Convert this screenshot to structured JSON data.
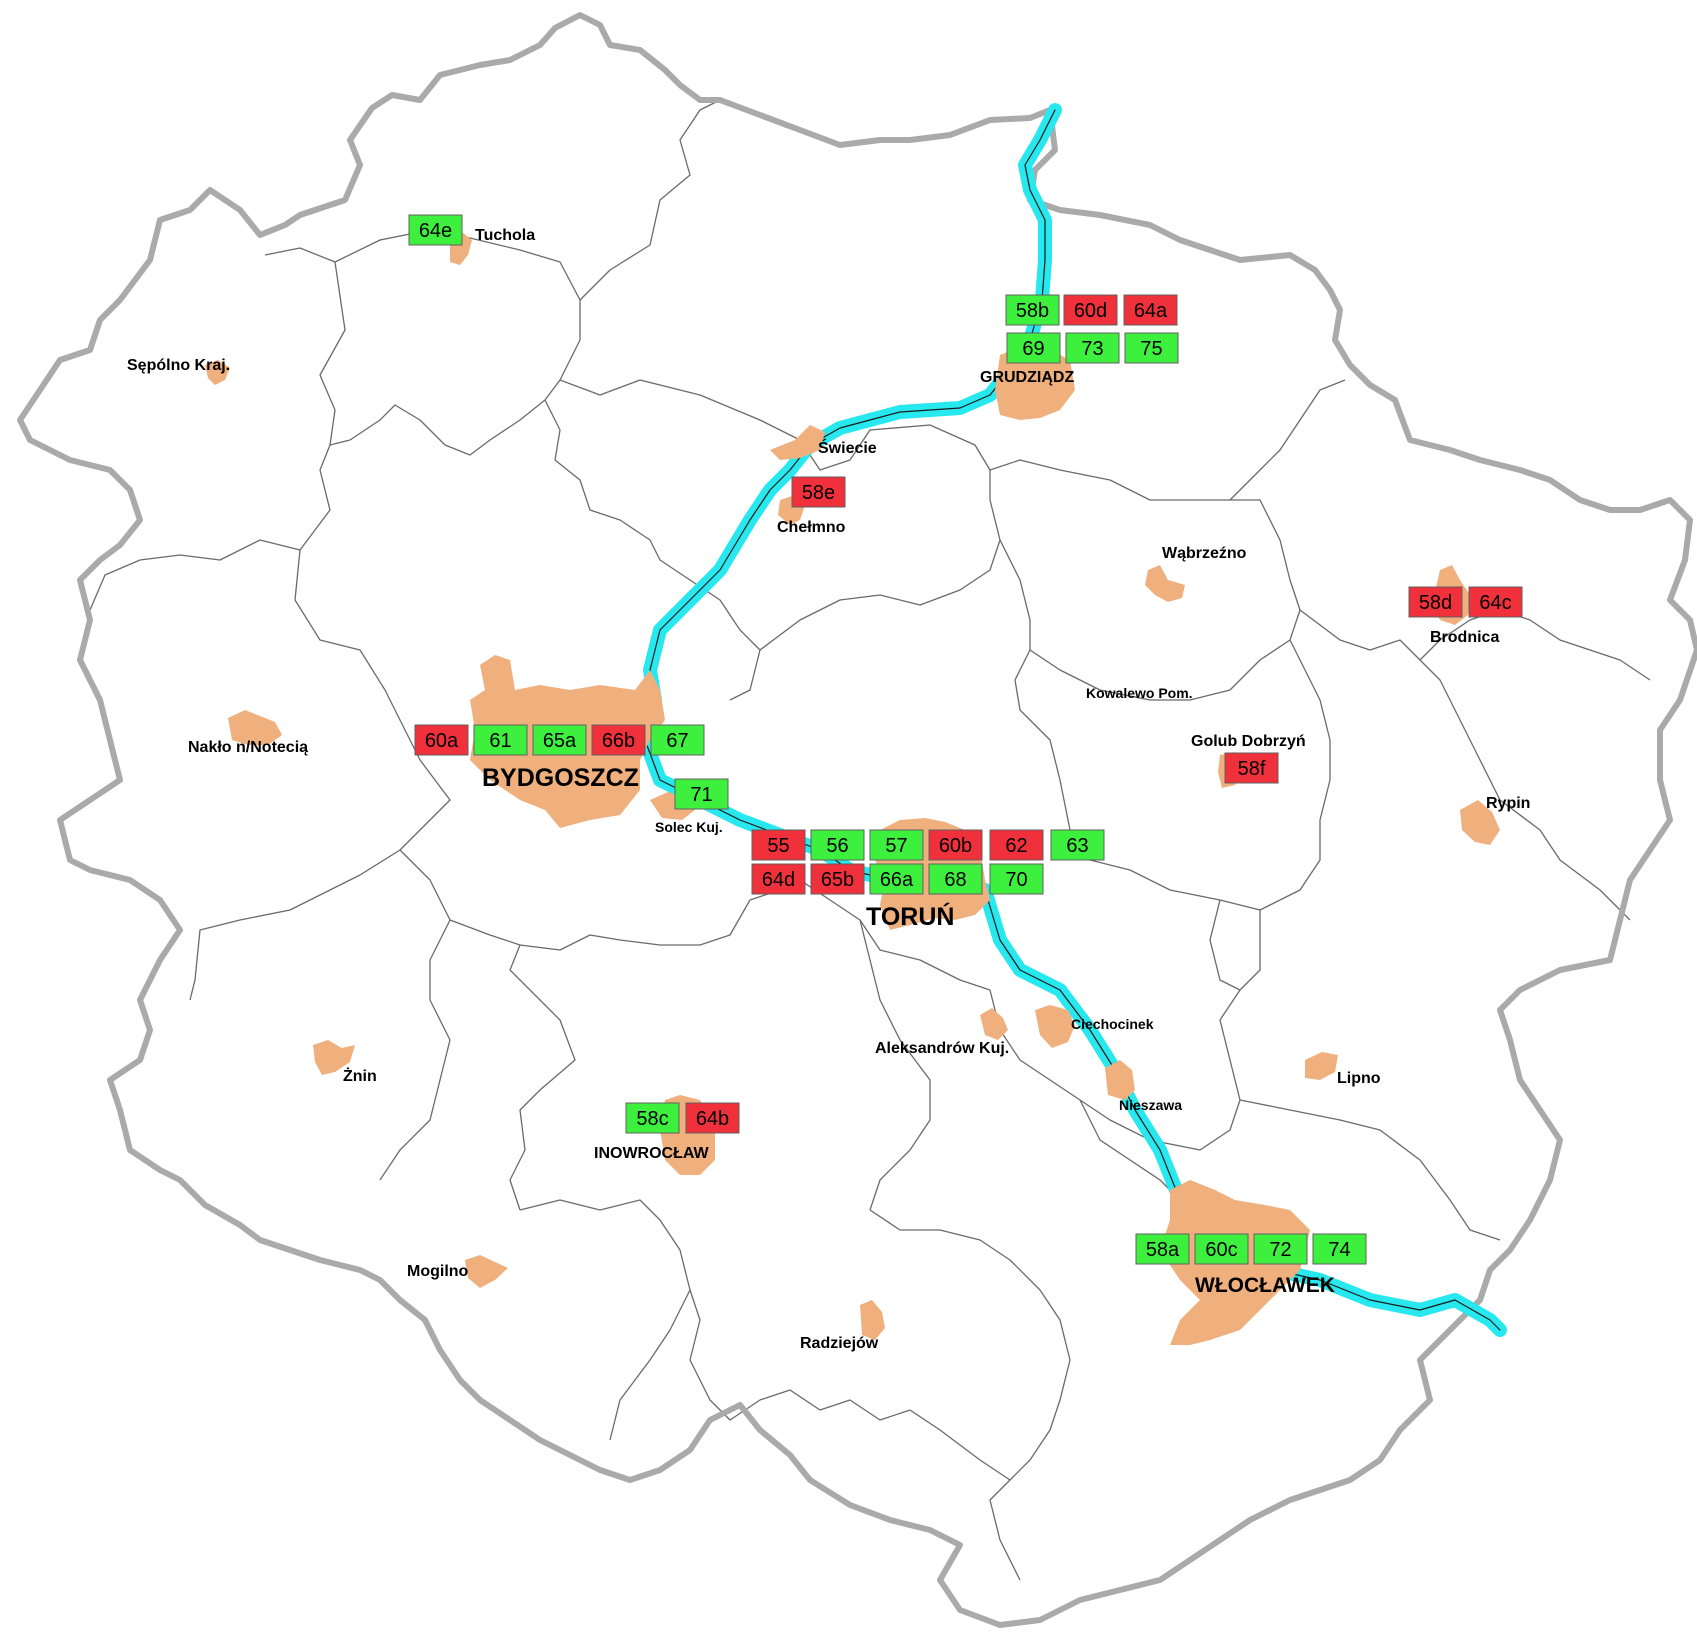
{
  "colors": {
    "ok": "#3ef03e",
    "alert": "#f0303a",
    "river": "#27e8ee",
    "town": "#efb07e",
    "border": "#aaaaaa",
    "district": "#6a6a6a"
  },
  "cities": [
    {
      "id": "bydgoszcz",
      "name": "BYDGOSZCZ",
      "size": "big"
    },
    {
      "id": "torun",
      "name": "TORUŃ",
      "size": "big"
    },
    {
      "id": "wloclawek",
      "name": "WŁOCŁAWEK",
      "size": "mid"
    },
    {
      "id": "grudziadz",
      "name": "GRUDZIĄDZ",
      "size": "mid"
    },
    {
      "id": "inowroclaw",
      "name": "INOWROCŁAW",
      "size": "mid"
    },
    {
      "id": "tuchola",
      "name": "Tuchola",
      "size": "mid"
    },
    {
      "id": "sepolno",
      "name": "Sępólno Kraj.",
      "size": "mid"
    },
    {
      "id": "swiecie",
      "name": "Świecie",
      "size": "mid"
    },
    {
      "id": "chelmno",
      "name": "Chełmno",
      "size": "mid"
    },
    {
      "id": "wabrzezno",
      "name": "Wąbrzeźno",
      "size": "mid"
    },
    {
      "id": "brodnica",
      "name": "Brodnica",
      "size": "mid"
    },
    {
      "id": "kowalewo",
      "name": "Kowalewo Pom.",
      "size": "small"
    },
    {
      "id": "golub",
      "name": "Golub Dobrzyń",
      "size": "mid"
    },
    {
      "id": "rypin",
      "name": "Rypin",
      "size": "mid"
    },
    {
      "id": "naklo",
      "name": "Nakło n/Notecią",
      "size": "mid"
    },
    {
      "id": "solec",
      "name": "Solec Kuj.",
      "size": "small"
    },
    {
      "id": "ciechocinek",
      "name": "Ciechocinek",
      "size": "small"
    },
    {
      "id": "aleksandrow",
      "name": "Aleksandrów Kuj.",
      "size": "mid"
    },
    {
      "id": "nieszawa",
      "name": "Nieszawa",
      "size": "small"
    },
    {
      "id": "lipno",
      "name": "Lipno",
      "size": "mid"
    },
    {
      "id": "znin",
      "name": "Żnin",
      "size": "mid"
    },
    {
      "id": "mogilno",
      "name": "Mogilno",
      "size": "mid"
    },
    {
      "id": "radziejow",
      "name": "Radziejów",
      "size": "mid"
    }
  ],
  "stations": [
    {
      "code": "64e",
      "status": "ok"
    },
    {
      "code": "58b",
      "status": "ok"
    },
    {
      "code": "60d",
      "status": "alert"
    },
    {
      "code": "64a",
      "status": "alert"
    },
    {
      "code": "69",
      "status": "ok"
    },
    {
      "code": "73",
      "status": "ok"
    },
    {
      "code": "75",
      "status": "ok"
    },
    {
      "code": "58e",
      "status": "alert"
    },
    {
      "code": "58d",
      "status": "alert"
    },
    {
      "code": "64c",
      "status": "alert"
    },
    {
      "code": "60a",
      "status": "alert"
    },
    {
      "code": "61",
      "status": "ok"
    },
    {
      "code": "65a",
      "status": "ok"
    },
    {
      "code": "66b",
      "status": "alert"
    },
    {
      "code": "67",
      "status": "ok"
    },
    {
      "code": "71",
      "status": "ok"
    },
    {
      "code": "58f",
      "status": "alert"
    },
    {
      "code": "55",
      "status": "alert"
    },
    {
      "code": "56",
      "status": "ok"
    },
    {
      "code": "57",
      "status": "ok"
    },
    {
      "code": "60b",
      "status": "alert"
    },
    {
      "code": "62",
      "status": "alert"
    },
    {
      "code": "63",
      "status": "ok"
    },
    {
      "code": "64d",
      "status": "alert"
    },
    {
      "code": "65b",
      "status": "alert"
    },
    {
      "code": "66a",
      "status": "ok"
    },
    {
      "code": "68",
      "status": "ok"
    },
    {
      "code": "70",
      "status": "ok"
    },
    {
      "code": "58c",
      "status": "ok"
    },
    {
      "code": "64b",
      "status": "alert"
    },
    {
      "code": "58a",
      "status": "ok"
    },
    {
      "code": "60c",
      "status": "ok"
    },
    {
      "code": "72",
      "status": "ok"
    },
    {
      "code": "74",
      "status": "ok"
    }
  ]
}
